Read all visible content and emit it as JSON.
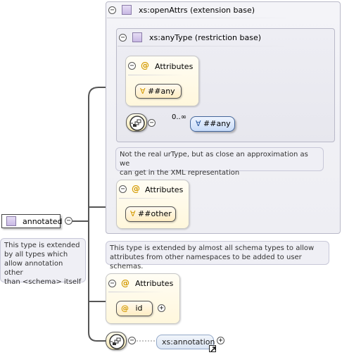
{
  "root": {
    "name": "annotated",
    "note": [
      "This type is extended",
      "by all types which",
      "allow annotation other",
      "than <schema> itself"
    ]
  },
  "extension": {
    "title": "xs:openAttrs (extension base)",
    "restriction": {
      "title": "xs:anyType (restriction base)",
      "attributes_label": "Attributes",
      "any_attribute": "##any",
      "sequence_occurrence": "0..∞",
      "any_element": "##any",
      "note": [
        "Not the real urType, but as close an approximation as we",
        "can get in the XML representation"
      ]
    },
    "attributes_label": "Attributes",
    "other_attribute": "##other",
    "note": [
      "This type is extended by almost all schema types to allow",
      "attributes from other namespaces to be added to user schemas."
    ]
  },
  "own_attributes": {
    "label": "Attributes",
    "id_attribute": "id"
  },
  "sequence": {
    "element": "xs:annotation"
  },
  "symbols": {
    "minus": "−",
    "plus": "+",
    "at": "@",
    "wildcard": "∀"
  },
  "colors": {
    "line": "#555555",
    "attr_accent": "#d49a00",
    "type_purple": "#c8b8e4",
    "element_blue": "#c7dbf8"
  }
}
